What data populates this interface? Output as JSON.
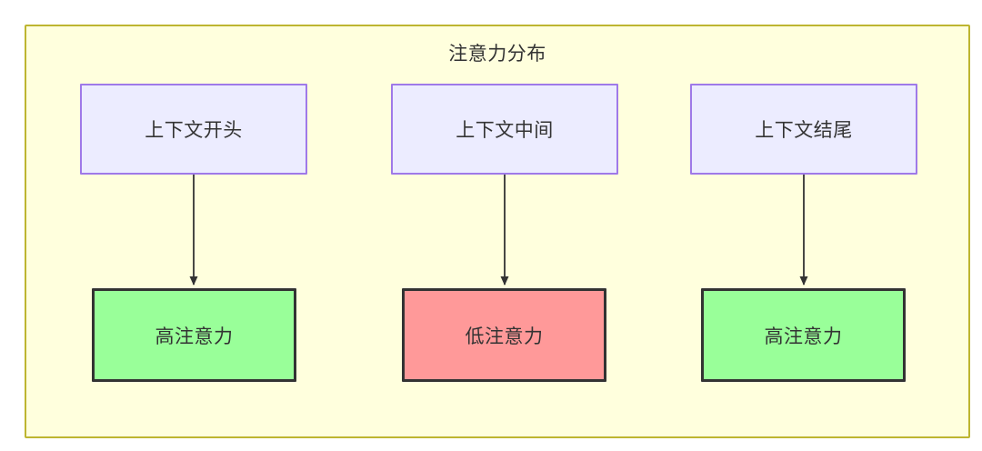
{
  "diagram": {
    "title": "注意力分布",
    "container_name": "attention-distribution",
    "colors": {
      "container_fill": "#ffffdd",
      "container_border": "#bdb530",
      "source_fill": "#ececff",
      "source_border": "#9f79e8",
      "high_fill": "#99ff99",
      "low_fill": "#ff9999",
      "result_border": "#333333",
      "text": "#333333",
      "edge": "#333333"
    },
    "nodes": {
      "sources": [
        {
          "id": "context-start",
          "label": "上下文开头"
        },
        {
          "id": "context-middle",
          "label": "上下文中间"
        },
        {
          "id": "context-end",
          "label": "上下文结尾"
        }
      ],
      "results": [
        {
          "id": "high-attention-start",
          "label": "高注意力",
          "level": "high"
        },
        {
          "id": "low-attention-middle",
          "label": "低注意力",
          "level": "low"
        },
        {
          "id": "high-attention-end",
          "label": "高注意力",
          "level": "high"
        }
      ]
    },
    "edges": [
      {
        "from": "context-start",
        "to": "high-attention-start",
        "label": ""
      },
      {
        "from": "context-middle",
        "to": "low-attention-middle",
        "label": ""
      },
      {
        "from": "context-end",
        "to": "high-attention-end",
        "label": ""
      }
    ]
  }
}
